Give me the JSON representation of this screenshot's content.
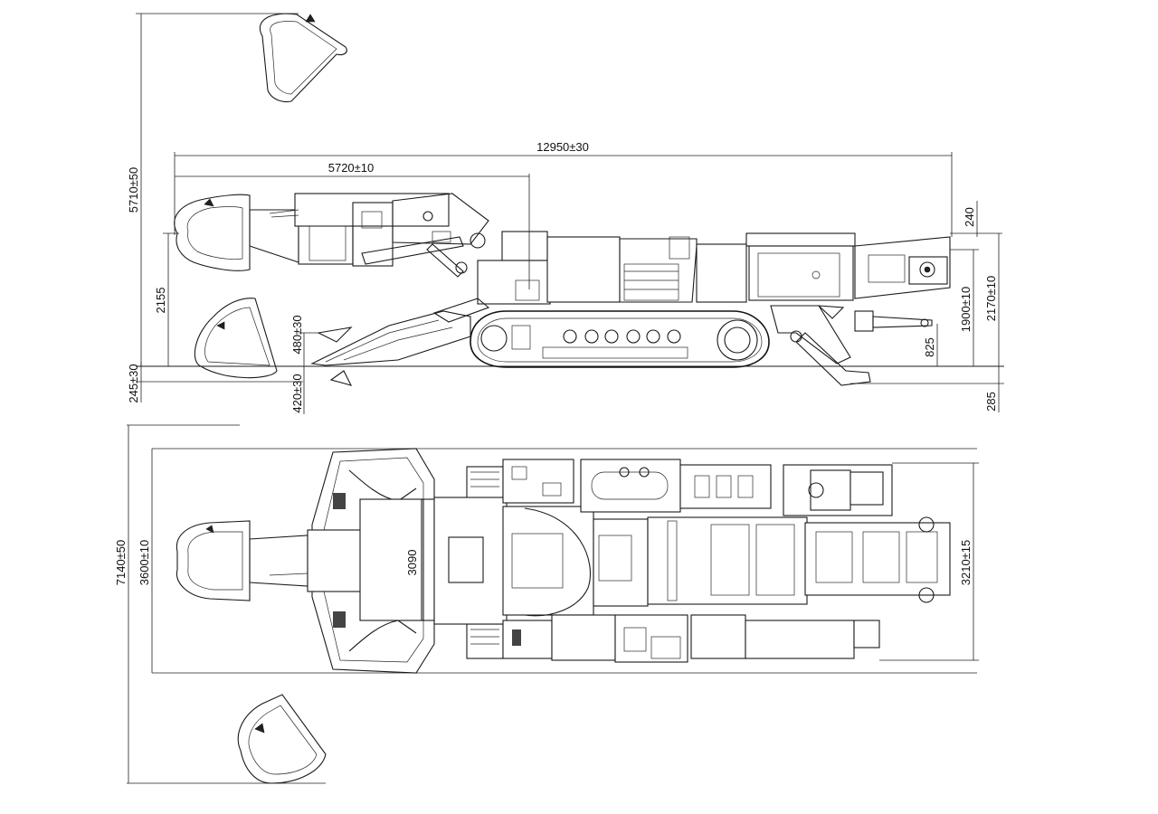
{
  "drawing": {
    "views": [
      "side-elevation",
      "top-plan"
    ]
  },
  "side_view": {
    "dimensions": {
      "overall_length": "12950±30",
      "cutter_reach": "5720±10",
      "max_cut_height": "5710±50",
      "boom_pivot_height": "2155",
      "shovel_lift": "480±30",
      "shovel_depth": "420±30",
      "under_floor_cut": "245±30",
      "rear_top_offset": "240",
      "body_height": "2170±10",
      "conveyor_height": "1900±10",
      "rear_support_height": "825",
      "rear_ground_drop": "285"
    }
  },
  "top_view": {
    "dimensions": {
      "max_cut_width": "7140±50",
      "shovel_width": "3600±10",
      "track_width": "3090",
      "rear_width": "3210±15"
    }
  }
}
